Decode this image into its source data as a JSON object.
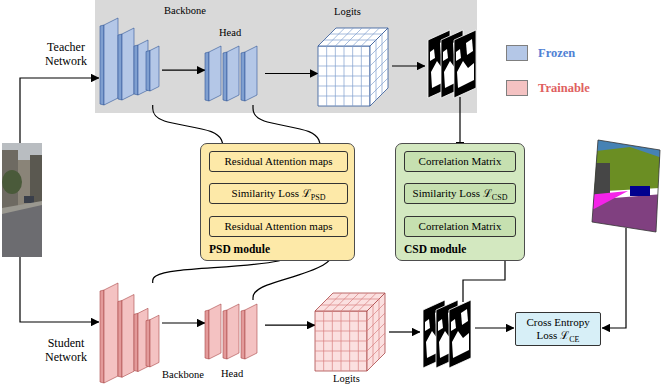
{
  "diagram": {
    "nodes": [
      {
        "text": [
          "Backbone"
        ]
      },
      {
        "text": [
          "Head"
        ]
      },
      {
        "text": [
          "Logits"
        ]
      },
      {
        "text": [
          "PSD module"
        ]
      },
      {
        "text": [
          "Residual Attention maps"
        ],
        "in": 3
      },
      {
        "text": [
          "Similarity Loss ℒ",
          "PSD"
        ],
        "in": 3
      },
      {
        "text": [
          "Residual Attention maps"
        ],
        "in": 3
      },
      {
        "text": [
          "CSD module"
        ]
      },
      {
        "text": [
          "Correlation Matrix"
        ],
        "in": 7
      },
      {
        "text": [
          "Similarity Loss ℒ",
          "CSD"
        ],
        "in": 7
      },
      {
        "text": [
          "Correlation Matrix"
        ],
        "in": 7
      },
      {
        "text": [
          "Backbone"
        ]
      },
      {
        "text": [
          "Head"
        ]
      },
      {
        "text": [
          "Logits"
        ]
      },
      {
        "text": [
          "Cross Entropy Loss ℒ",
          "CE"
        ]
      }
    ],
    "edges": [
      {
        "from": 0,
        "to": 1,
        "arrow": "to"
      },
      {
        "from": 1,
        "to": 2,
        "arrow": "to"
      },
      {
        "from": 0,
        "to": 4,
        "arrow": "to"
      },
      {
        "from": 1,
        "to": 4,
        "arrow": "to"
      },
      {
        "from": 4,
        "to": 5,
        "arrow": "to"
      },
      {
        "from": 6,
        "to": 5,
        "arrow": "to"
      },
      {
        "from": 8,
        "to": 9,
        "arrow": "to"
      },
      {
        "from": 10,
        "to": 9,
        "arrow": "to"
      },
      {
        "from": 11,
        "to": 6,
        "arrow": "to"
      },
      {
        "from": 12,
        "to": 6,
        "arrow": "to"
      },
      {
        "from": 11,
        "to": 12,
        "arrow": "to"
      },
      {
        "from": 12,
        "to": 13,
        "arrow": "to"
      }
    ],
    "labels": [
      "Teacher Network",
      "Student Network"
    ],
    "legend": [
      {
        "text": "Frozen",
        "color": "#b4c7e7"
      },
      {
        "text": "Trainable",
        "color": "#f4c2c2"
      }
    ]
  }
}
